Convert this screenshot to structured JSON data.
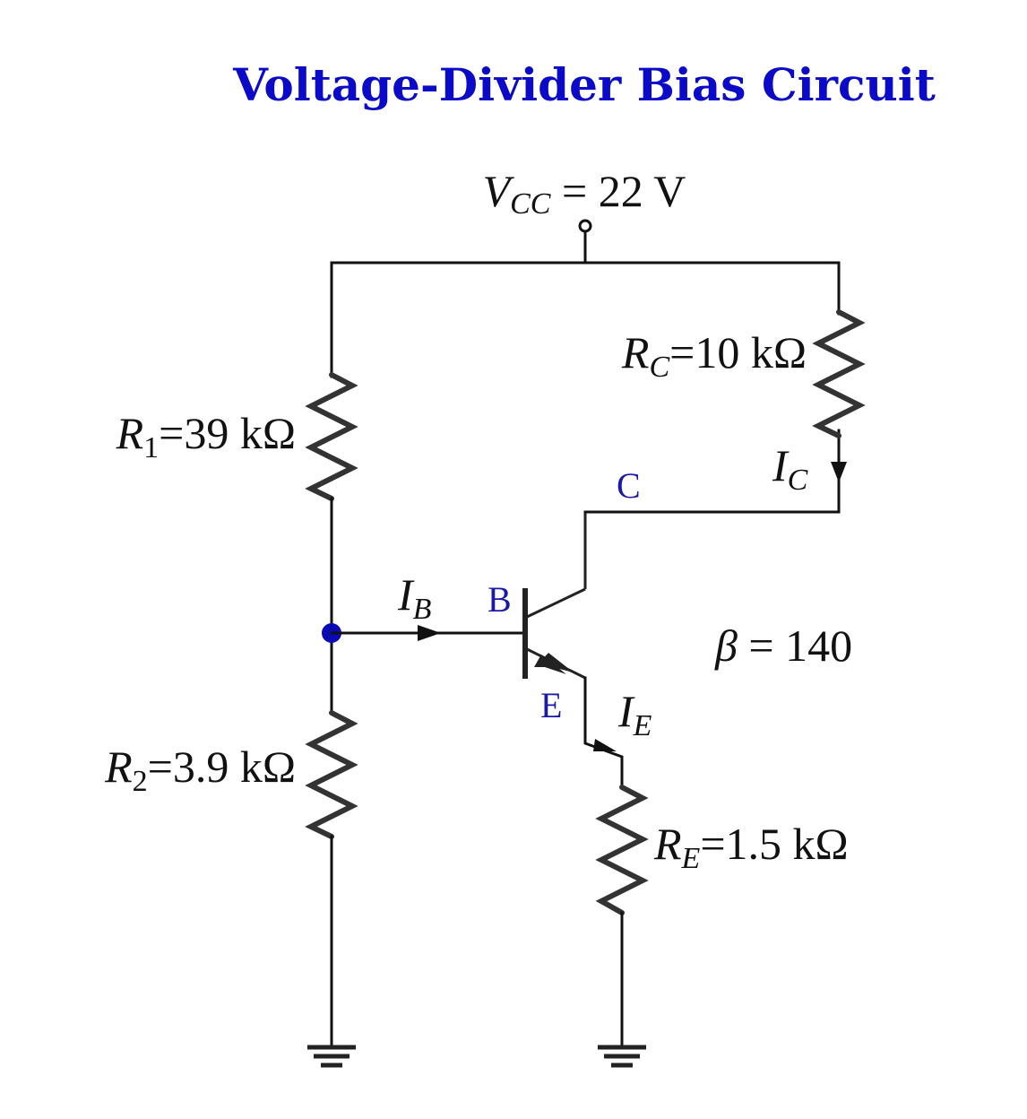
{
  "title": "Voltage-Divider Bias Circuit",
  "colors": {
    "title": "#0a0ac8",
    "supply": "#a00000",
    "node_labels": "#1a1aa8",
    "beta": "#666666",
    "wire": "#111111",
    "resistor": "#333333",
    "junction": "#0a0ab4"
  },
  "supply": {
    "symbol": "V",
    "subscript": "CC",
    "equals": " = ",
    "value": "22",
    "unit": "V"
  },
  "resistors": {
    "r1": {
      "symbol": "R",
      "subscript": "1",
      "equals": "=",
      "value": "39",
      "unit": "kΩ"
    },
    "r2": {
      "symbol": "R",
      "subscript": "2",
      "equals": "=",
      "value": "3.9",
      "unit": "kΩ"
    },
    "rc": {
      "symbol": "R",
      "subscript": "C",
      "equals": "=",
      "value": "10",
      "unit": "kΩ"
    },
    "re": {
      "symbol": "R",
      "subscript": "E",
      "equals": "=",
      "value": "1.5",
      "unit": "kΩ"
    }
  },
  "currents": {
    "ib": {
      "symbol": "I",
      "subscript": "B"
    },
    "ic": {
      "symbol": "I",
      "subscript": "C"
    },
    "ie": {
      "symbol": "I",
      "subscript": "E"
    }
  },
  "transistor": {
    "base": "B",
    "collector": "C",
    "emitter": "E",
    "beta": {
      "symbol": "β",
      "equals": " = ",
      "value": "140"
    }
  },
  "icons": [
    "ground-icon",
    "junction-dot-icon",
    "current-arrow-icon",
    "resistor-icon",
    "npn-transistor-icon",
    "supply-terminal-icon"
  ]
}
